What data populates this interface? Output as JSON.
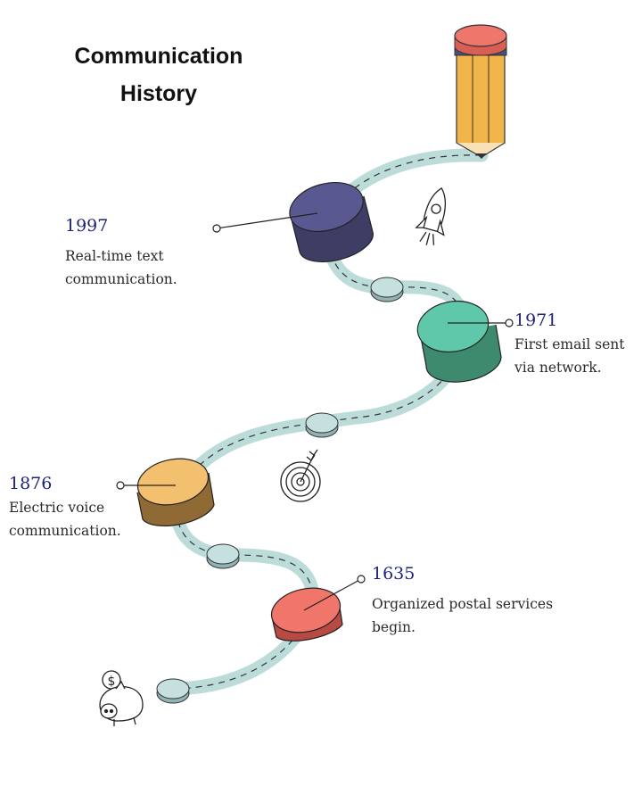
{
  "title": {
    "line1": "Communication",
    "line2": "History"
  },
  "colors": {
    "path": "#bcdcda",
    "navy": "#5a5890",
    "teal": "#5fc8aa",
    "gold": "#f3c06f",
    "coral": "#f0756b",
    "pencil_body": "#f1b54a",
    "pencil_eraser": "#ef766b",
    "year_text": "#1f237a"
  },
  "icons": [
    "pencil-icon",
    "rocket-icon",
    "target-icon",
    "piggy-bank-icon"
  ],
  "milestones": [
    {
      "year": "1997",
      "desc_line1": "Real-time text",
      "desc_line2": "communication.",
      "color": "navy"
    },
    {
      "year": "1971",
      "desc_line1": "First email sent",
      "desc_line2": "via network.",
      "color": "teal"
    },
    {
      "year": "1876",
      "desc_line1": "Electric voice",
      "desc_line2": "communication.",
      "color": "gold"
    },
    {
      "year": "1635",
      "desc_line1": "Organized postal services",
      "desc_line2": "begin.",
      "color": "coral"
    }
  ]
}
